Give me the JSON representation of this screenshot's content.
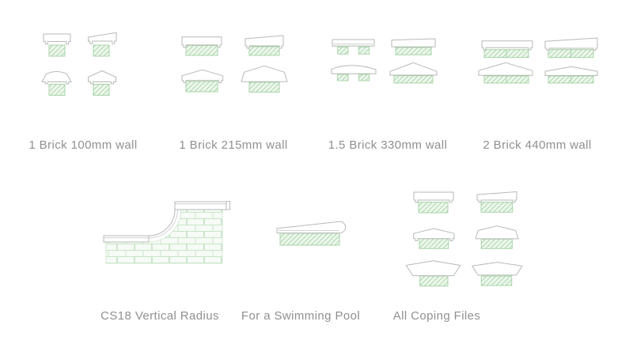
{
  "page": {
    "background": "#ffffff"
  },
  "colors": {
    "outline": "#b6bab6",
    "hatch_fill": "#edf7ed",
    "hatch_stroke": "#a9d4a9",
    "brick_line": "#c9e4c9",
    "label_text": "#8e918e"
  },
  "figure_groups": [
    {
      "label": "1 Brick 100mm wall",
      "profiles": [
        "flat-coping",
        "wedge-coping",
        "saddle-coping",
        "apex-coping"
      ]
    },
    {
      "label": "1 Brick 215mm wall",
      "profiles": [
        "flat-coping",
        "wedge-coping",
        "shallow-apex-coping",
        "flared-apex-coping"
      ]
    },
    {
      "label": "1.5 Brick 330mm wall",
      "profiles": [
        "flat-slab-coping",
        "wedge-coping",
        "curved-slab-coping",
        "apex-coping"
      ]
    },
    {
      "label": "2 Brick 440mm wall",
      "profiles": [
        "flat-coping",
        "wedge-coping",
        "apex-coping",
        "shallow-apex-coping"
      ]
    },
    {
      "label": "CS18 Vertical Radius",
      "profiles": [
        "radius-coping-wall-elevation"
      ]
    },
    {
      "label": "For a Swimming Pool",
      "profiles": [
        "bullnose-pool-coping"
      ]
    },
    {
      "label": "All Coping Files",
      "profiles": [
        "flat-coping",
        "wedge-coping",
        "shallow-apex-coping",
        "flared-apex-coping",
        "wide-flared-coping",
        "wide-flared-coping"
      ]
    }
  ]
}
